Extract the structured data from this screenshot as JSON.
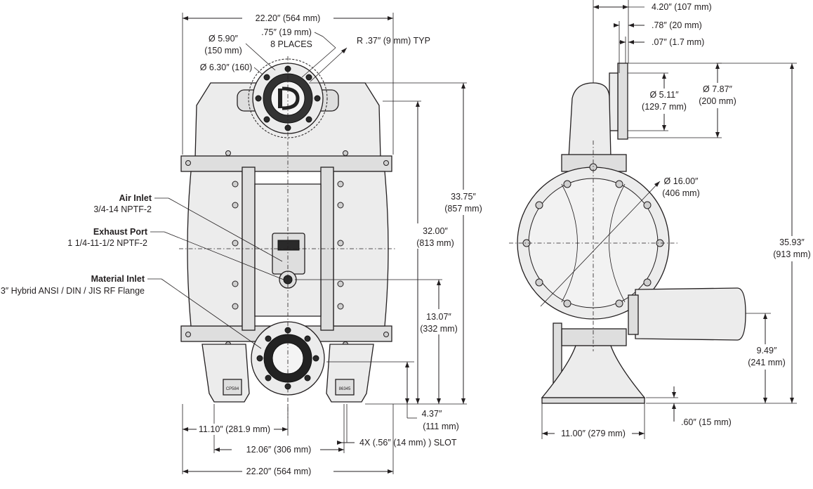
{
  "title": "",
  "dimensions": {
    "overall_width_top": "22.20″ (564 mm)",
    "overall_width_bottom": "22.20″ (564 mm)",
    "dia_590_a": "Ø 5.90″",
    "dia_590_b": "(150 mm)",
    "hole_a": ".75″ (19 mm)",
    "hole_b": "8 PLACES",
    "radius_typ": "R .37″ (9 mm) TYP",
    "dia_630": "Ø 6.30″ (160)",
    "height_3375_a": "33.75″",
    "height_3375_b": "(857 mm)",
    "height_3200_a": "32.00″",
    "height_3200_b": "(813 mm)",
    "height_1307_a": "13.07″",
    "height_1307_b": "(332 mm)",
    "height_437_a": "4.37″",
    "height_437_b": "(111 mm)",
    "width_1110": "11.10″ (281.9 mm)",
    "width_1206": "12.06″ (306 mm)",
    "slot": "4X (.56″ (14 mm) ) SLOT",
    "side_420": "4.20″ (107 mm)",
    "side_078": ".78″ (20 mm)",
    "side_007": ".07″ (1.7 mm)",
    "dia_511_a": "Ø 5.11″",
    "dia_511_b": "(129.7 mm)",
    "dia_787_a": "Ø 7.87″",
    "dia_787_b": "(200 mm)",
    "dia_1600_a": "Ø 16.00″",
    "dia_1600_b": "(406 mm)",
    "height_3593_a": "35.93″",
    "height_3593_b": "(913 mm)",
    "height_949_a": "9.49″",
    "height_949_b": "(241 mm)",
    "side_060": ".60″ (15 mm)",
    "width_1100": "11.00″ (279 mm)"
  },
  "callouts": {
    "air_inlet_title": "Air Inlet",
    "air_inlet_spec": "3/4-14 NPTF-2",
    "exhaust_title": "Exhaust Port",
    "exhaust_spec": "1 1/4-11-1/2 NPTF-2",
    "material_title": "Material Inlet",
    "material_spec": "3″ Hybrid ANSI / DIN / JIS RF Flange"
  },
  "markings": {
    "foot_left": "CP584",
    "foot_right": "86345"
  },
  "colors": {
    "line": "#231f20",
    "body_fill": "#ececec"
  }
}
